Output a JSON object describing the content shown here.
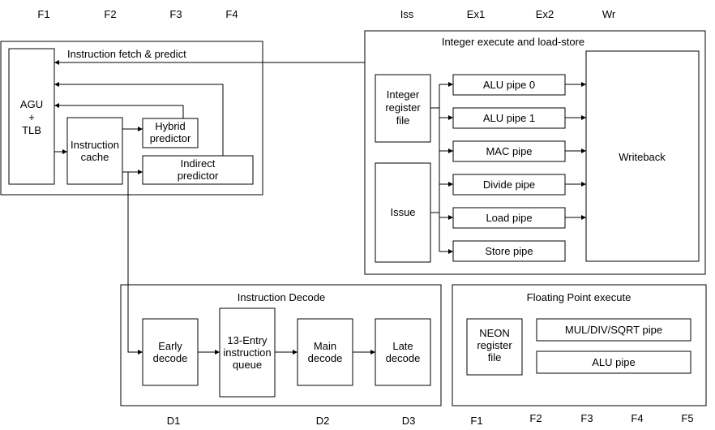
{
  "stages_top": {
    "f1": "F1",
    "f2": "F2",
    "f3": "F3",
    "f4": "F4",
    "iss": "Iss",
    "ex1": "Ex1",
    "ex2": "Ex2",
    "wr": "Wr"
  },
  "stages_bottom": {
    "d1": "D1",
    "d2": "D2",
    "d3": "D3",
    "f1": "F1",
    "f2": "F2",
    "f3": "F3",
    "f4": "F4",
    "f5": "F5"
  },
  "fetch": {
    "title": "Instruction fetch & predict",
    "agu": [
      "AGU",
      "+",
      "TLB"
    ],
    "icache": [
      "Instruction",
      "cache"
    ],
    "hybrid": [
      "Hybrid",
      "predictor"
    ],
    "indirect": [
      "Indirect",
      "predictor"
    ]
  },
  "integer": {
    "title": "Integer execute and load-store",
    "regfile": [
      "Integer",
      "register",
      "file"
    ],
    "issue": "Issue",
    "pipes": [
      "ALU pipe 0",
      "ALU pipe 1",
      "MAC pipe",
      "Divide pipe",
      "Load pipe",
      "Store pipe"
    ],
    "writeback": "Writeback"
  },
  "decode": {
    "title": "Instruction Decode",
    "early": [
      "Early",
      "decode"
    ],
    "queue": [
      "13-Entry",
      "instruction",
      "queue"
    ],
    "main": [
      "Main",
      "decode"
    ],
    "late": [
      "Late",
      "decode"
    ]
  },
  "fp": {
    "title": "Floating Point execute",
    "neon": [
      "NEON",
      "register",
      "file"
    ],
    "muldiv": "MUL/DIV/SQRT pipe",
    "alu": "ALU pipe"
  }
}
